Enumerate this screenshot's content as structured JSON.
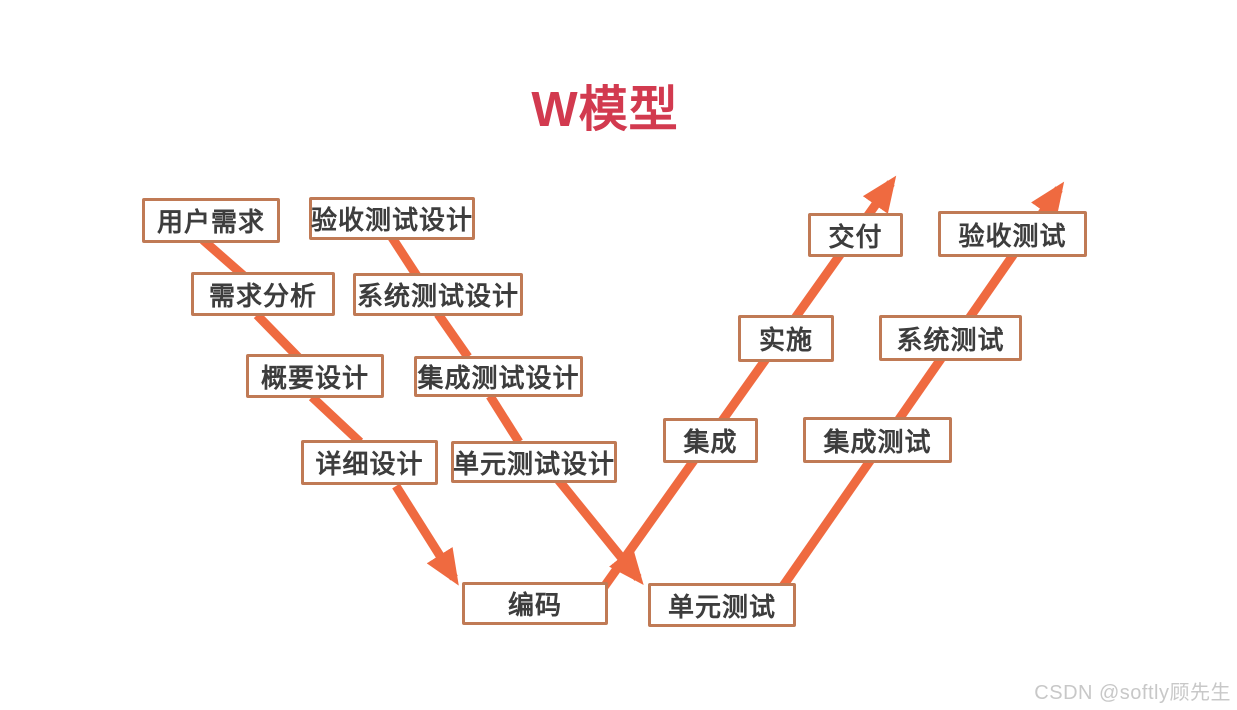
{
  "title": "W模型",
  "colors": {
    "title": "#d23a4f",
    "arrow": "#ef6a40",
    "box-border": "#c07a55",
    "box-text": "#3d3d3d",
    "watermark": "#c8c8c8"
  },
  "nodes": {
    "user_requirements": "用户需求",
    "requirements_analysis": "需求分析",
    "outline_design": "概要设计",
    "detailed_design": "详细设计",
    "coding": "编码",
    "acceptance_test_design": "验收测试设计",
    "system_test_design": "系统测试设计",
    "integration_test_design": "集成测试设计",
    "unit_test_design": "单元测试设计",
    "unit_test": "单元测试",
    "integration": "集成",
    "implementation": "实施",
    "delivery": "交付",
    "integration_test": "集成测试",
    "system_test": "系统测试",
    "acceptance_test": "验收测试"
  },
  "watermark": "CSDN @softly顾先生"
}
